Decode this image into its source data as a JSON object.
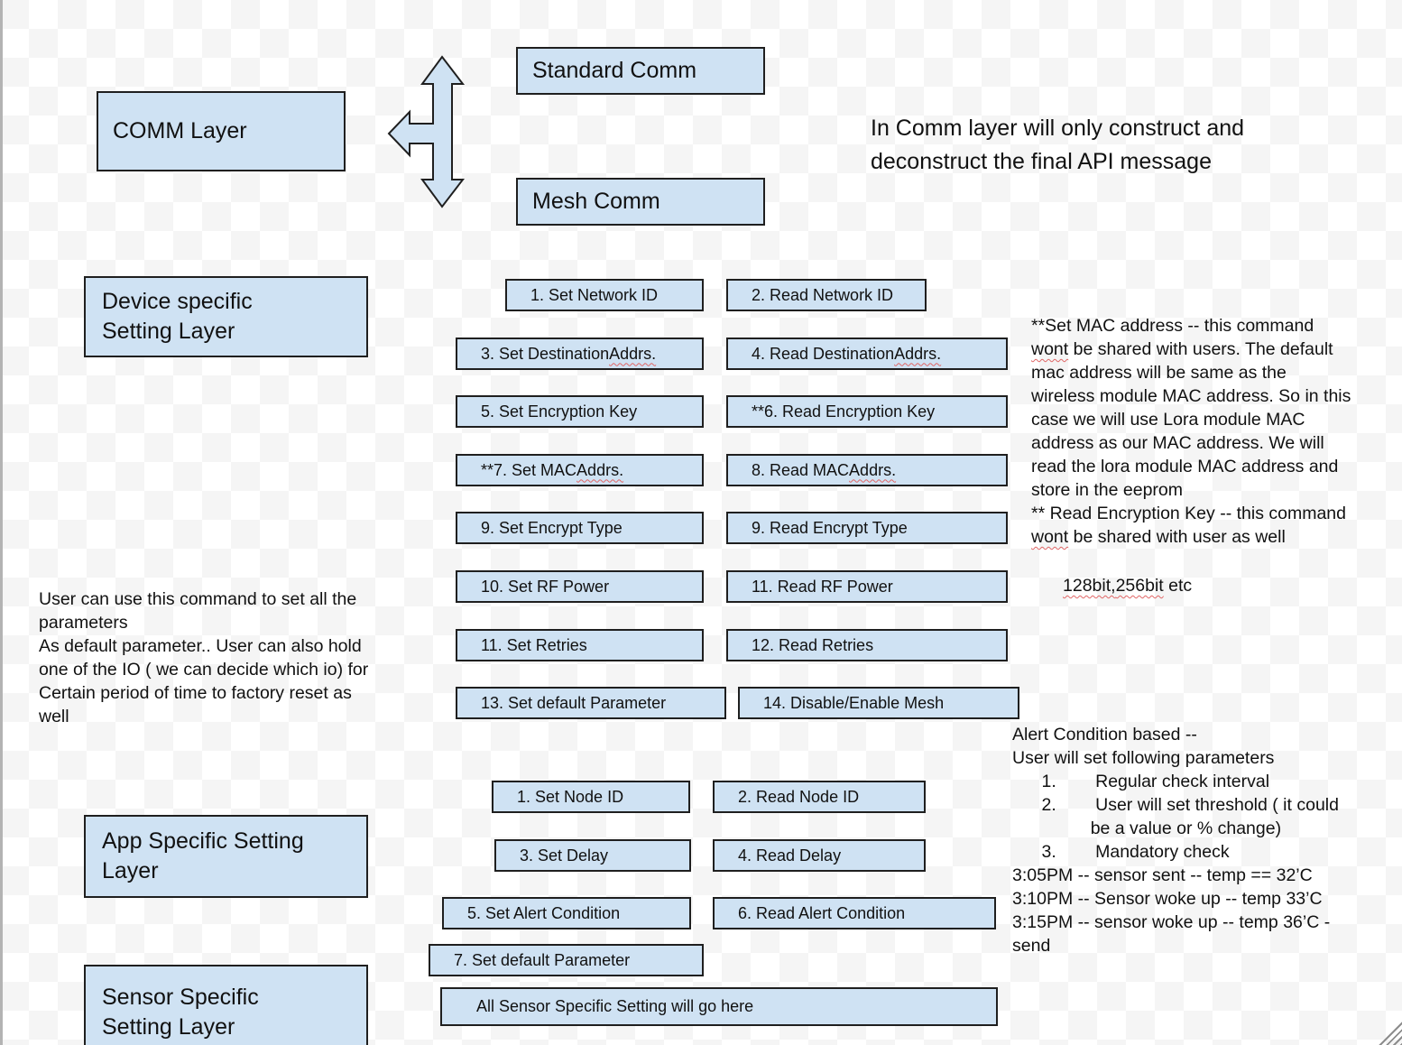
{
  "colors": {
    "box_fill": "#cfe2f3",
    "box_border": "#1f1f1f",
    "squiggle": "#e06666"
  },
  "comm": {
    "layer_label": "COMM Layer",
    "standard_label": "Standard Comm",
    "mesh_label": "Mesh Comm",
    "note": "In Comm layer will only construct and\ndeconstruct the final API message"
  },
  "device": {
    "layer_label": "Device specific\nSetting Layer",
    "commands": {
      "c1": {
        "label": "1. Set Network ID"
      },
      "c2": {
        "label": "2. Read Network ID"
      },
      "c3": {
        "pre": "3. Set Destination ",
        "sq": "Addrs."
      },
      "c4": {
        "pre": "4. Read Destination ",
        "sq": "Addrs."
      },
      "c5": {
        "label": "5. Set Encryption Key"
      },
      "c6": {
        "label": "**6. Read Encryption Key"
      },
      "c7": {
        "pre": "**7. Set MAC ",
        "sq": "Addrs."
      },
      "c8": {
        "pre": "8. Read MAC ",
        "sq": "Addrs."
      },
      "c9s": {
        "label": "9. Set Encrypt Type"
      },
      "c9r": {
        "label": "9. Read Encrypt Type"
      },
      "c10": {
        "label": "10. Set RF Power"
      },
      "c11r": {
        "label": "11. Read RF Power"
      },
      "c11s": {
        "label": "11. Set Retries"
      },
      "c12": {
        "label": "12. Read Retries"
      },
      "c13": {
        "label": "13. Set default Parameter"
      },
      "c14": {
        "label": "14. Disable/Enable Mesh"
      }
    }
  },
  "app": {
    "layer_label": "App Specific Setting\nLayer",
    "commands": {
      "a1": {
        "label": "1. Set Node ID"
      },
      "a2": {
        "label": "2. Read Node ID"
      },
      "a3": {
        "label": "3.  Set Delay"
      },
      "a4": {
        "label": "4. Read Delay"
      },
      "a5": {
        "label": "5. Set Alert Condition"
      },
      "a6": {
        "label": "6. Read Alert Condition"
      },
      "a7": {
        "label": "7. Set default Parameter"
      }
    }
  },
  "sensor": {
    "layer_label": "Sensor Specific\nSetting Layer",
    "all_box_label": "All Sensor Specific Setting will go here"
  },
  "notes": {
    "mac": {
      "p1": "**Set MAC address -- this command\n",
      "sq1": "wont",
      "p2": " be shared with users. The default\nmac address will be same as the\nwireless module MAC address. So in this\ncase we will use Lora module MAC\naddress as our MAC address. We will\nread the lora module MAC address and\nstore in the eeprom\n** Read Encryption Key -- this command\n",
      "sq2": "wont",
      "p3": " be shared with user as well"
    },
    "bits": {
      "sq1": "128bit,",
      "sq2": "256bit",
      "p1": " etc"
    },
    "user": "User can use this command to set all the\nparameters\nAs default parameter.. User can also hold\none of the IO ( we can decide which io) for\nCertain period of time to factory reset as\nwell",
    "alert": "Alert Condition based --\nUser will set following parameters\n      1.        Regular check interval\n      2.        User will set threshold ( it could\n                be a value or % change)\n      3.        Mandatory check\n3:05PM -- sensor sent -- temp == 32’C\n3:10PM -- Sensor woke up -- temp 33’C\n3:15PM -- sensor woke up -- temp 36’C -\nsend"
  }
}
